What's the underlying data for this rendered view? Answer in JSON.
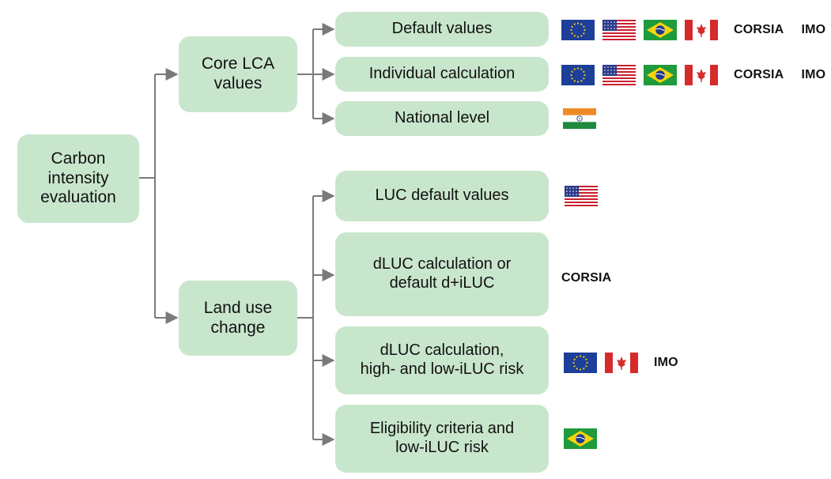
{
  "colors": {
    "node_fill": "#c8e6cc",
    "connector": "#7a7a7a",
    "text": "#111111"
  },
  "root": {
    "label": "Carbon\nintensity\nevaluation"
  },
  "branches": [
    {
      "label": "Core LCA\nvalues",
      "children": [
        {
          "label": "Default values",
          "flags": [
            "eu-flag",
            "us-flag",
            "brazil-flag",
            "canada-flag"
          ],
          "tags": [
            "CORSIA",
            "IMO"
          ]
        },
        {
          "label": "Individual calculation",
          "flags": [
            "eu-flag",
            "us-flag",
            "brazil-flag",
            "canada-flag"
          ],
          "tags": [
            "CORSIA",
            "IMO"
          ]
        },
        {
          "label": "National level",
          "flags": [
            "india-flag"
          ],
          "tags": []
        }
      ]
    },
    {
      "label": "Land use\nchange",
      "children": [
        {
          "label": "LUC default values",
          "flags": [
            "us-flag"
          ],
          "tags": []
        },
        {
          "label": "dLUC calculation or\ndefault d+iLUC",
          "flags": [],
          "tags": [
            "CORSIA"
          ]
        },
        {
          "label": "dLUC calculation,\nhigh- and low-iLUC risk",
          "flags": [
            "eu-flag",
            "canada-flag"
          ],
          "tags": [
            "IMO"
          ]
        },
        {
          "label": "Eligibility criteria and\nlow-iLUC risk",
          "flags": [
            "brazil-flag"
          ],
          "tags": []
        }
      ]
    }
  ]
}
